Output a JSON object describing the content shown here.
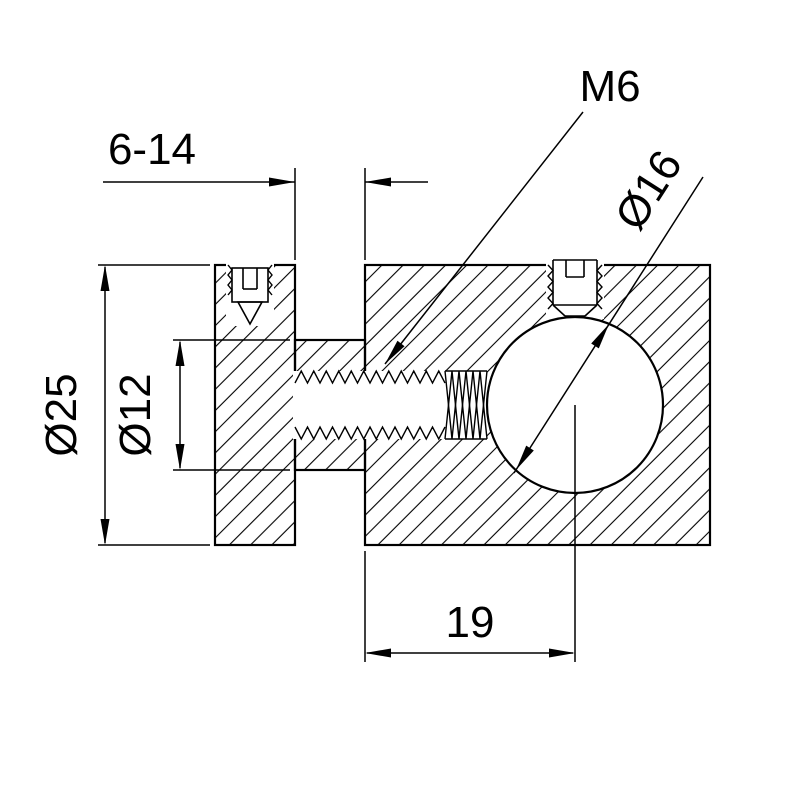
{
  "drawing": {
    "labels": {
      "gap_range": "6-14",
      "thread_size": "M6",
      "bore_diameter": "Ø16",
      "flange_diameter": "Ø25",
      "spacer_diameter": "Ø12",
      "center_distance": "19"
    },
    "colors": {
      "line": "#000000",
      "background": "#ffffff"
    }
  }
}
